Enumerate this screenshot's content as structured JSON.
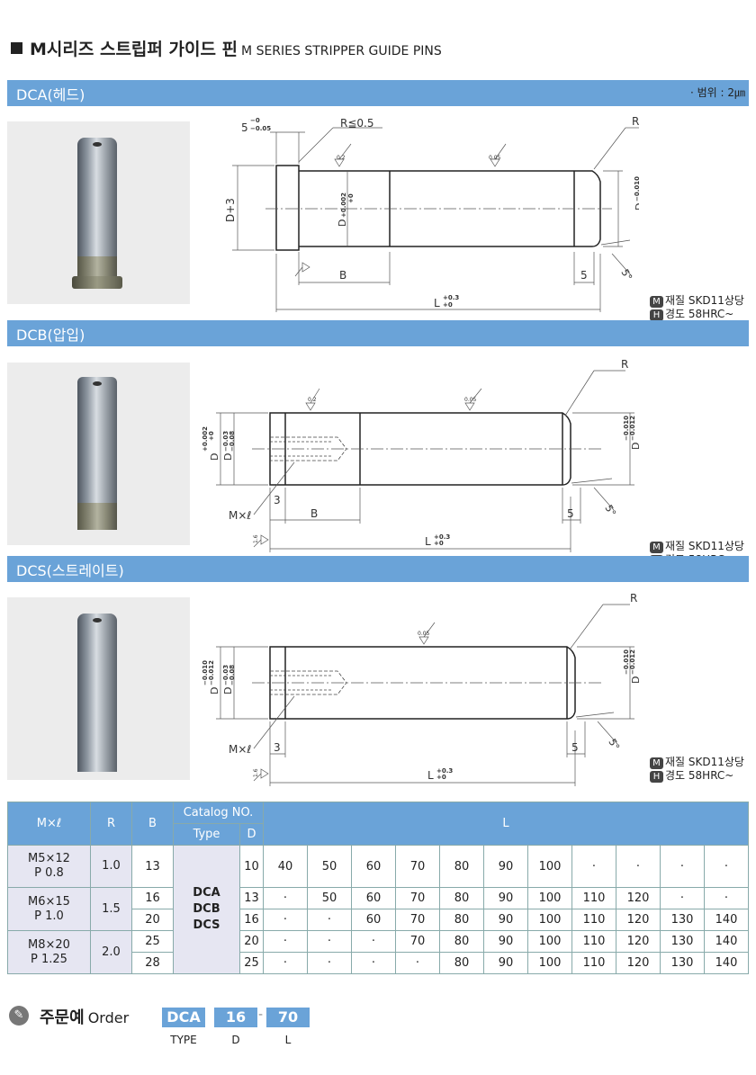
{
  "title": {
    "ko": "M시리즈 스트립퍼 가이드 핀",
    "en": "M SERIES STRIPPER GUIDE PINS"
  },
  "range_note": "· 범위 : 2㎛",
  "sections": [
    {
      "label": "DCA(헤드)"
    },
    {
      "label": "DCB(압입)"
    },
    {
      "label": "DCS(스트레이트)"
    }
  ],
  "material": {
    "m_tag": "M",
    "m_text": "재질 SKD11상당",
    "h_tag": "H",
    "h_text": "경도 58HRC~"
  },
  "dims": {
    "head_thk": "5",
    "head_tol_top": "−0",
    "head_tol_bot": "−0.05",
    "r_small": "R≦0.5",
    "r": "R",
    "d_plus3": "D+3",
    "d_tol_002": "+0.002",
    "d_tol_0": "+0",
    "d_tol_010": "−0.010",
    "d_tol_012": "−0.012",
    "d_tol_003": "−0.03",
    "d_tol_008": "−0.08",
    "b": "B",
    "five": "5",
    "three": "3",
    "angle": "5°",
    "l": "L",
    "l_tol_top": "+0.3",
    "l_tol_bot": "+0",
    "mxl": "M×ℓ",
    "rough_02": "0.2",
    "rough_005": "0.05",
    "rough_1": "1.6"
  },
  "table": {
    "headers": {
      "mxl": "M×ℓ",
      "r": "R",
      "b": "B",
      "catalog": "Catalog NO.",
      "type": "Type",
      "d": "D",
      "l": "L"
    },
    "catalog_types": [
      "DCA",
      "DCB",
      "DCS"
    ],
    "groups": [
      {
        "mxl": [
          "M5×12",
          "P 0.8"
        ],
        "r": "1.0",
        "rows": [
          {
            "b": "13",
            "d": "10",
            "l": [
              "40",
              "50",
              "60",
              "70",
              "80",
              "90",
              "100",
              "·",
              "·",
              "·",
              "·"
            ]
          }
        ]
      },
      {
        "mxl": [
          "M6×15",
          "P 1.0"
        ],
        "r": "1.5",
        "rows": [
          {
            "b": "16",
            "d": "13",
            "l": [
              "·",
              "50",
              "60",
              "70",
              "80",
              "90",
              "100",
              "110",
              "120",
              "·",
              "·"
            ]
          },
          {
            "b": "20",
            "d": "16",
            "l": [
              "·",
              "·",
              "60",
              "70",
              "80",
              "90",
              "100",
              "110",
              "120",
              "130",
              "140"
            ]
          }
        ]
      },
      {
        "mxl": [
          "M8×20",
          "P 1.25"
        ],
        "r": "2.0",
        "rows": [
          {
            "b": "25",
            "d": "20",
            "l": [
              "·",
              "·",
              "·",
              "70",
              "80",
              "90",
              "100",
              "110",
              "120",
              "130",
              "140"
            ]
          },
          {
            "b": "28",
            "d": "25",
            "l": [
              "·",
              "·",
              "·",
              "·",
              "80",
              "90",
              "100",
              "110",
              "120",
              "130",
              "140"
            ]
          }
        ]
      }
    ]
  },
  "order": {
    "title_ko": "주문예",
    "title_en": "Order",
    "icon": "wrench-icon",
    "boxes": [
      "DCA",
      "16",
      "70"
    ],
    "sep": "-",
    "labels": [
      "TYPE",
      "D",
      "L"
    ]
  }
}
